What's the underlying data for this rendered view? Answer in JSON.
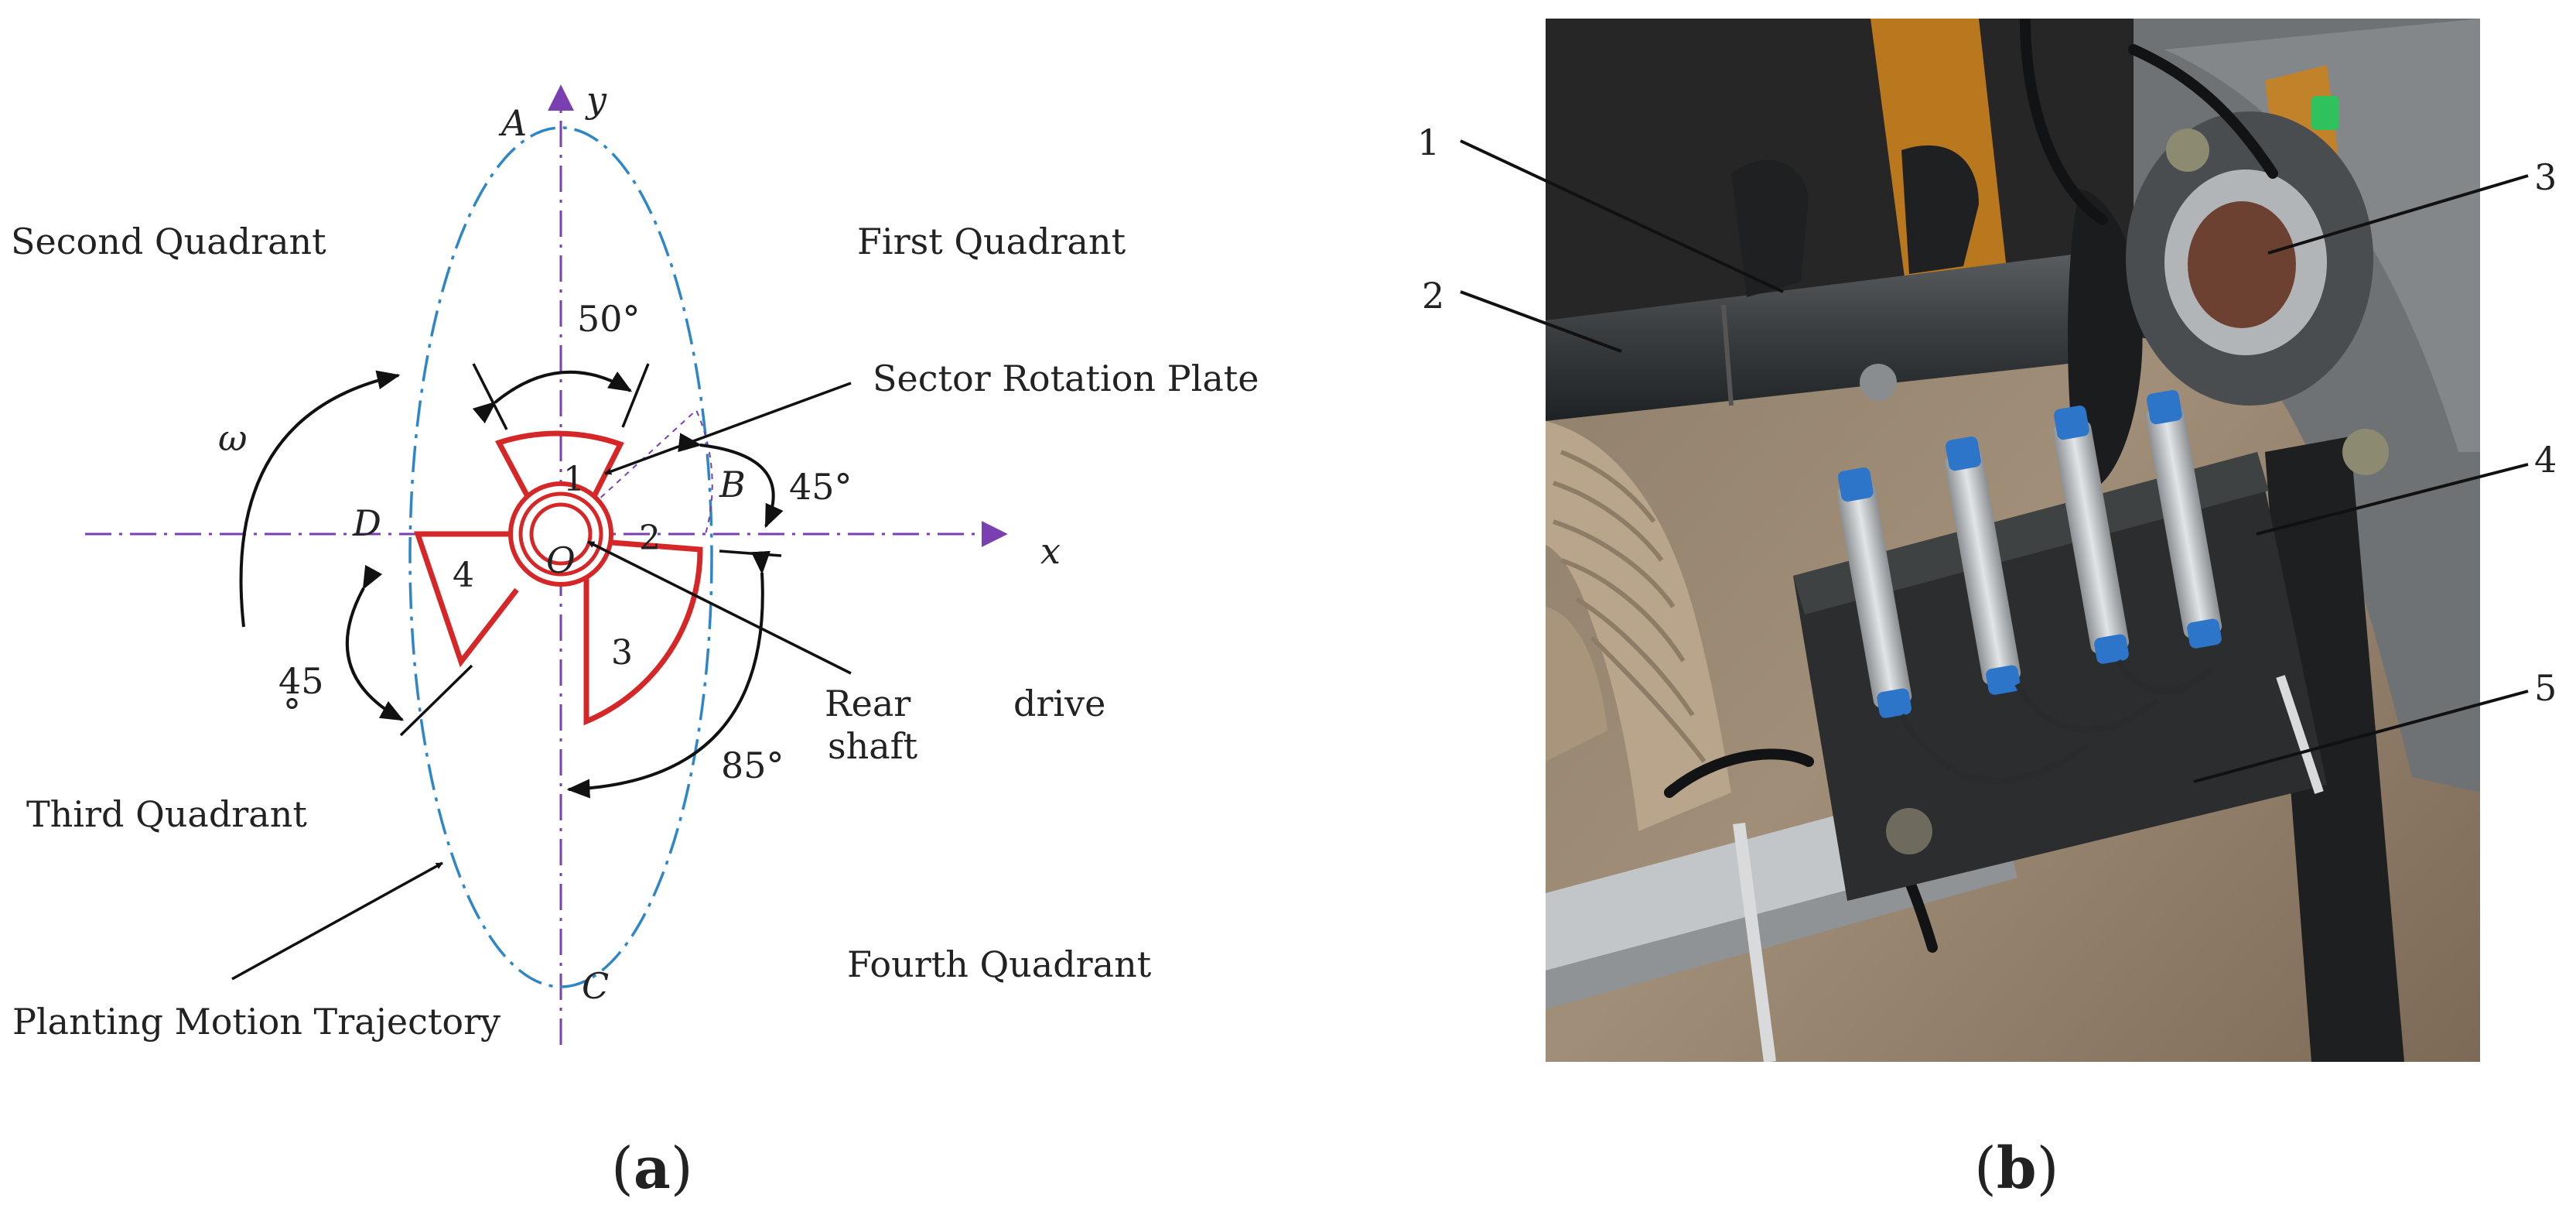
{
  "panel_a": {
    "axes": {
      "x": "x",
      "y": "y"
    },
    "points": {
      "A": "A",
      "B": "B",
      "C": "C",
      "D": "D",
      "O": "O"
    },
    "omega": "ω",
    "quadrants": {
      "first": "First Quadrant",
      "second": "Second Quadrant",
      "third": "Third Quadrant",
      "fourth": "Fourth Quadrant"
    },
    "angles": {
      "top": "50°",
      "right_upper": "45°",
      "right_lower": "85°",
      "left_lower_number": "45",
      "left_lower_degree": "°"
    },
    "sectors": [
      "1",
      "2",
      "3",
      "4"
    ],
    "labels": {
      "sector_plate": "Sector Rotation Plate",
      "rear": "Rear",
      "shaft": "shaft",
      "drive": "drive",
      "trajectory": "Planting Motion Trajectory"
    },
    "caption_open": "(",
    "caption_letter": "a",
    "caption_close": ")",
    "colors": {
      "sector": "#d62728",
      "trajectory": "#2f86c6",
      "axis": "#7a3fb0"
    }
  },
  "panel_b": {
    "callouts": [
      "1",
      "2",
      "3",
      "4",
      "5"
    ],
    "caption_open": "(",
    "caption_letter": "b",
    "caption_close": ")"
  }
}
